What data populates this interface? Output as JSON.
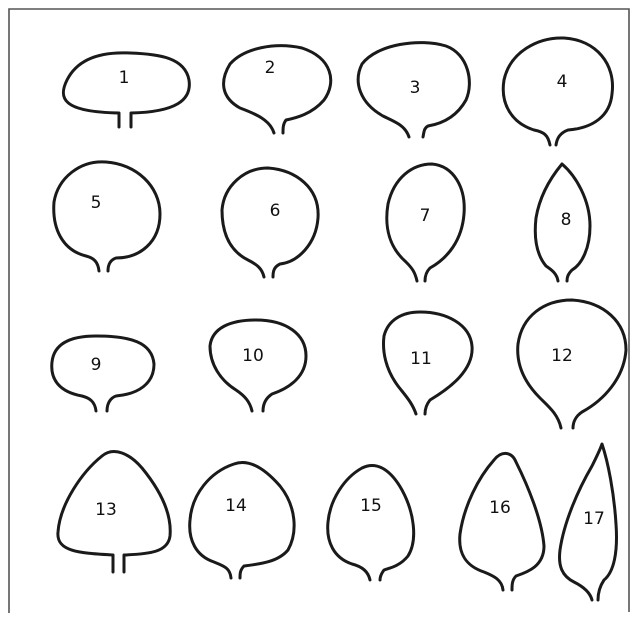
{
  "figure": {
    "colors": {
      "stroke": "#1a1a1a",
      "frame": "#555555",
      "background": "#ffffff"
    },
    "leaves": [
      {
        "label": "1",
        "shape": "oval-wide"
      },
      {
        "label": "2",
        "shape": "oval-wide-irregular"
      },
      {
        "label": "3",
        "shape": "broad-ovate"
      },
      {
        "label": "4",
        "shape": "orbicular"
      },
      {
        "label": "5",
        "shape": "orbicular"
      },
      {
        "label": "6",
        "shape": "orbicular"
      },
      {
        "label": "7",
        "shape": "ovate"
      },
      {
        "label": "8",
        "shape": "elliptic"
      },
      {
        "label": "9",
        "shape": "oval-wide"
      },
      {
        "label": "10",
        "shape": "obovate-round"
      },
      {
        "label": "11",
        "shape": "obovate"
      },
      {
        "label": "12",
        "shape": "obovate-round"
      },
      {
        "label": "13",
        "shape": "deltoid"
      },
      {
        "label": "14",
        "shape": "deltoid-round"
      },
      {
        "label": "15",
        "shape": "deltoid-round"
      },
      {
        "label": "16",
        "shape": "lanceolate"
      },
      {
        "label": "17",
        "shape": "lanceolate-narrow"
      }
    ]
  }
}
